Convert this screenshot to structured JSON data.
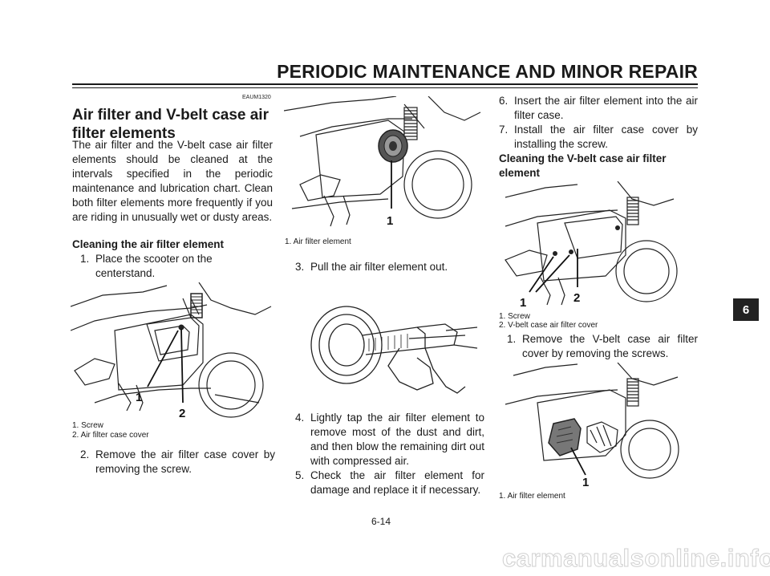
{
  "header": {
    "title": "PERIODIC MAINTENANCE AND MINOR REPAIR",
    "section_tab": "6"
  },
  "col1": {
    "code": "EAUM1320",
    "heading": "Air filter and V-belt case air filter elements",
    "paragraph": "The air filter and the V-belt case air filter elements should be cleaned at the intervals specified in the periodic maintenance and lubrication chart. Clean both filter elements more frequently if you are riding in unusually wet or dusty areas.",
    "subheading": "Cleaning the air filter element",
    "step1_num": "1.",
    "step1_text": "Place the scooter on the centerstand.",
    "figure": {
      "callout1": "1",
      "callout2": "2"
    },
    "caption1": "1. Screw",
    "caption2": "2. Air filter case cover",
    "step2_num": "2.",
    "step2_text": "Remove the air filter case cover by removing the screw."
  },
  "col2": {
    "figure": {
      "callout1": "1"
    },
    "caption1": "1. Air filter element",
    "step3_num": "3.",
    "step3_text": "Pull the air filter element out.",
    "step4_num": "4.",
    "step4_text": "Lightly tap the air filter element to remove most of the dust and dirt, and then blow the remaining dirt out with compressed air.",
    "step5_num": "5.",
    "step5_text": "Check the air filter element for damage and replace it if necessary."
  },
  "col3": {
    "step6_num": "6.",
    "step6_text": "Insert the air filter element into the air filter case.",
    "step7_num": "7.",
    "step7_text": "Install the air filter case cover by installing the screw.",
    "subheading": "Cleaning the V-belt case air filter element",
    "figure1": {
      "callout1": "1",
      "callout2": "2"
    },
    "caption1": "1. Screw",
    "caption2": "2. V-belt case air filter cover",
    "stepv1_num": "1.",
    "stepv1_text": "Remove the V-belt case air filter cover by removing the screws.",
    "figure2": {
      "callout1": "1"
    },
    "caption3": "1. Air filter element"
  },
  "footer": {
    "page_number": "6-14",
    "watermark": "carmanualsonline.info"
  }
}
